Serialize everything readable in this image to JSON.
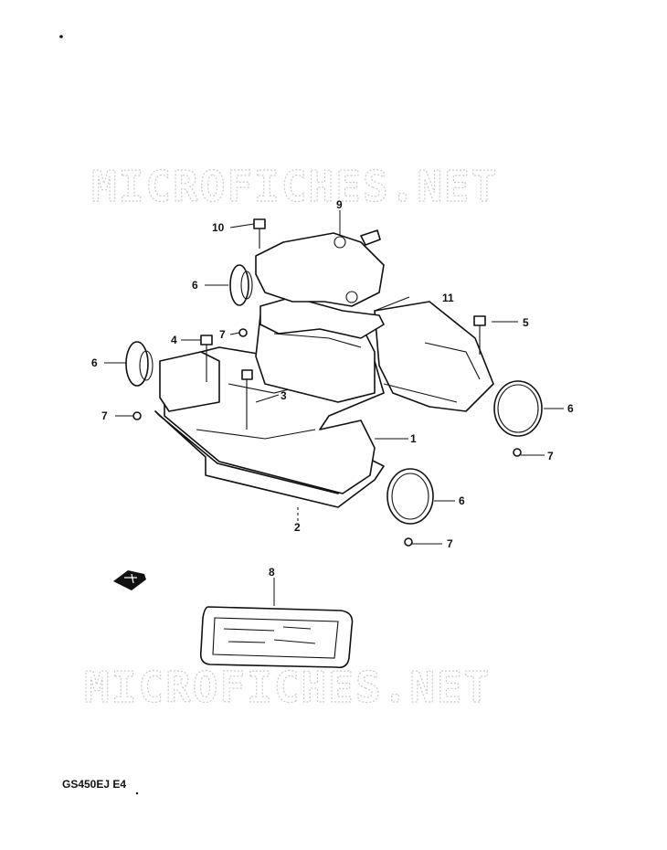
{
  "watermark": {
    "text": "MICROFICHES.NET"
  },
  "callouts": [
    {
      "id": "1",
      "label": "1"
    },
    {
      "id": "2",
      "label": "2"
    },
    {
      "id": "3",
      "label": "3"
    },
    {
      "id": "4",
      "label": "4"
    },
    {
      "id": "5",
      "label": "5"
    },
    {
      "id": "6a",
      "label": "6"
    },
    {
      "id": "6b",
      "label": "6"
    },
    {
      "id": "6c",
      "label": "6"
    },
    {
      "id": "6d",
      "label": "6"
    },
    {
      "id": "7a",
      "label": "7"
    },
    {
      "id": "7b",
      "label": "7"
    },
    {
      "id": "7c",
      "label": "7"
    },
    {
      "id": "7d",
      "label": "7"
    },
    {
      "id": "8",
      "label": "8"
    },
    {
      "id": "9",
      "label": "9"
    },
    {
      "id": "10",
      "label": "10"
    },
    {
      "id": "11",
      "label": "11"
    }
  ],
  "footer": {
    "model_code": "GS450EJ E4"
  },
  "icons": {
    "direction": "front-direction-arrow-icon"
  }
}
